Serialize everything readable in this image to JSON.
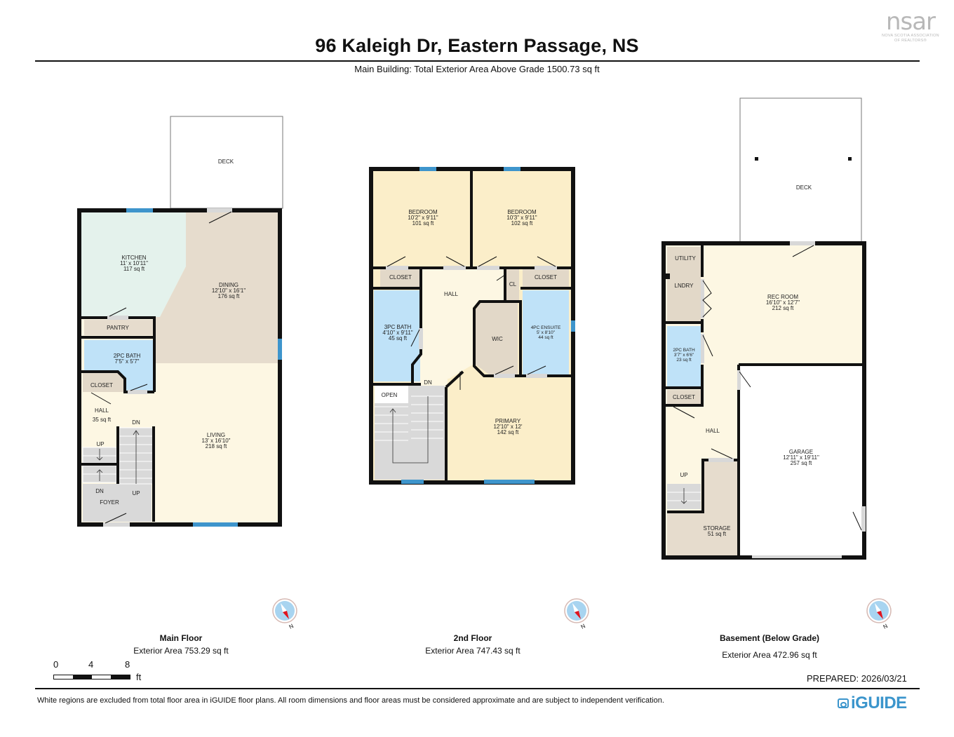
{
  "header": {
    "title": "96 Kaleigh Dr, Eastern Passage, NS",
    "subtitle": "Main Building: Total Exterior Area Above Grade 1500.73 sq ft"
  },
  "logo": {
    "brand": "nsar",
    "line1": "NOVA SCOTIA ASSOCIATION",
    "line2": "OF REALTORS®"
  },
  "colors": {
    "wall": "#111111",
    "kitchen": "#e4f2ec",
    "dining": "#e6dccd",
    "living": "#fdf7e3",
    "bedroom": "#fbeec9",
    "bath": "#bfe2f8",
    "closet": "#e2d8c8",
    "stairs": "#d9d9d9",
    "window": "#3e95cc",
    "door": "#d8d8d8",
    "compass_fill": "#a8d4f0",
    "compass_needle": "#e0141e"
  },
  "floors": [
    {
      "name": "Main Floor",
      "area": "Exterior Area 753.29 sq ft",
      "rooms": [
        {
          "label": "DECK",
          "dims": "",
          "area": ""
        },
        {
          "label": "KITCHEN",
          "dims": "11' x 10'11\"",
          "area": "117 sq ft"
        },
        {
          "label": "DINING",
          "dims": "12'10\" x 16'1\"",
          "area": "176 sq ft"
        },
        {
          "label": "PANTRY",
          "dims": "",
          "area": ""
        },
        {
          "label": "2PC BATH",
          "dims": "7'5\" x 5'7\"",
          "area": ""
        },
        {
          "label": "CLOSET",
          "dims": "",
          "area": ""
        },
        {
          "label": "HALL",
          "dims": "",
          "area": "35 sq ft"
        },
        {
          "label": "LIVING",
          "dims": "13' x 16'10\"",
          "area": "218 sq ft"
        },
        {
          "label": "FOYER",
          "dims": "",
          "area": ""
        }
      ],
      "stair_labels": {
        "dn_top": "DN",
        "up_left": "UP",
        "dn_left": "DN",
        "up_bottom": "UP"
      }
    },
    {
      "name": "2nd Floor",
      "area": "Exterior Area 747.43 sq ft",
      "rooms": [
        {
          "label": "BEDROOM",
          "dims": "10'2\" x 9'11\"",
          "area": "101 sq ft"
        },
        {
          "label": "BEDROOM",
          "dims": "10'3\" x 9'11\"",
          "area": "102 sq ft"
        },
        {
          "label": "CLOSET",
          "dims": "",
          "area": ""
        },
        {
          "label": "HALL",
          "dims": "",
          "area": ""
        },
        {
          "label": "CL",
          "dims": "",
          "area": ""
        },
        {
          "label": "CLOSET",
          "dims": "",
          "area": ""
        },
        {
          "label": "3PC BATH",
          "dims": "4'10\" x 9'11\"",
          "area": "45 sq ft"
        },
        {
          "label": "WIC",
          "dims": "",
          "area": ""
        },
        {
          "label": "4PC ENSUITE",
          "dims": "5' x 8'10\"",
          "area": "44 sq ft"
        },
        {
          "label": "OPEN",
          "dims": "",
          "area": ""
        },
        {
          "label": "PRIMARY",
          "dims": "12'10\" x 12'",
          "area": "142 sq ft"
        }
      ],
      "stair_labels": {
        "dn": "DN"
      }
    },
    {
      "name": "Basement (Below Grade)",
      "area": "Exterior Area 472.96 sq ft",
      "rooms": [
        {
          "label": "DECK",
          "dims": "",
          "area": ""
        },
        {
          "label": "UTILITY",
          "dims": "",
          "area": ""
        },
        {
          "label": "LNDRY",
          "dims": "",
          "area": ""
        },
        {
          "label": "REC ROOM",
          "dims": "16'10\" x 12'7\"",
          "area": "212 sq ft"
        },
        {
          "label": "2PC BATH",
          "dims": "3'7\" x 6'6\"",
          "area": "23 sq ft"
        },
        {
          "label": "CLOSET",
          "dims": "",
          "area": ""
        },
        {
          "label": "HALL",
          "dims": "",
          "area": ""
        },
        {
          "label": "GARAGE",
          "dims": "12'11\" x 19'11\"",
          "area": "257 sq ft"
        },
        {
          "label": "STORAGE",
          "dims": "",
          "area": "51 sq ft"
        }
      ],
      "stair_labels": {
        "up": "UP"
      }
    }
  ],
  "compass": {
    "north_label": "N"
  },
  "scale_bar": {
    "ticks": [
      "0",
      "4",
      "8"
    ],
    "unit": "ft"
  },
  "footer": {
    "prepared": "PREPARED: 2026/03/21",
    "disclaimer": "White regions are excluded from total floor area in iGUIDE floor plans. All room dimensions and floor areas must be considered approximate and are subject to independent verification.",
    "brand": "iGUIDE"
  }
}
